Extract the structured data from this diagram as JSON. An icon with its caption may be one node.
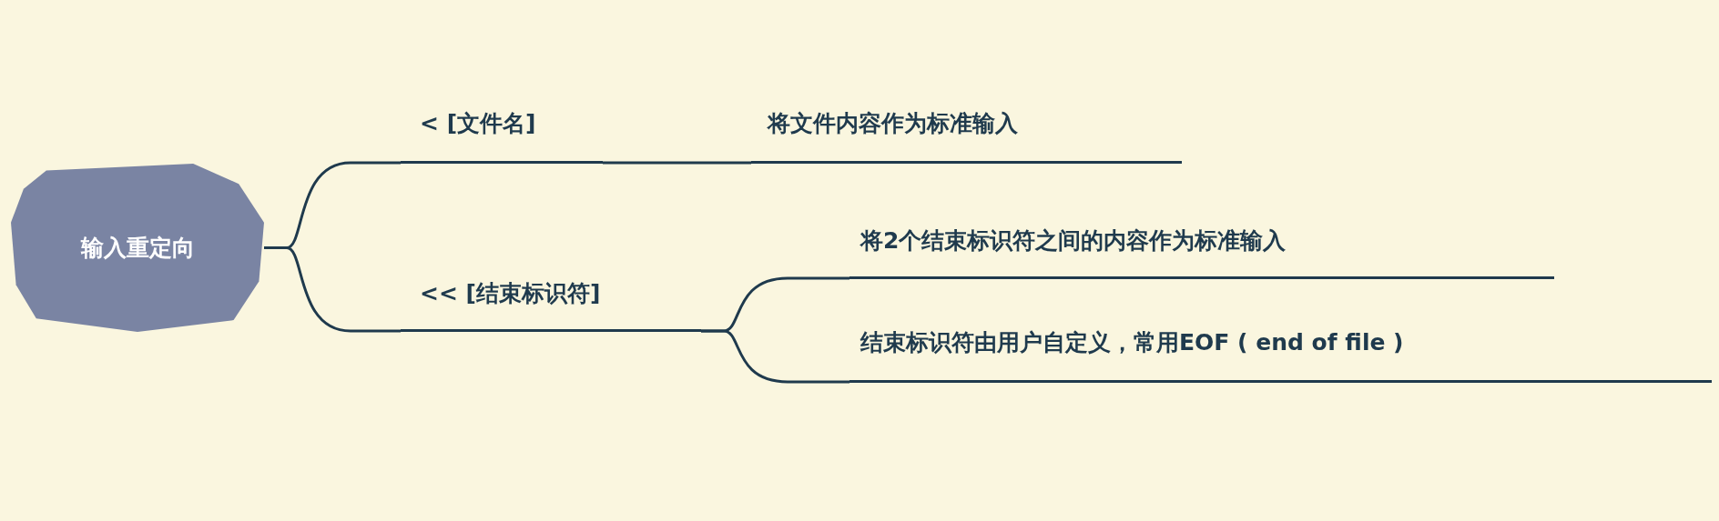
{
  "diagram": {
    "nodes": [
      {
        "text": [
          "输入重定向"
        ]
      },
      {
        "text": [
          "< [文件名]"
        ]
      },
      {
        "text": [
          "<< [结束标识符]"
        ]
      },
      {
        "text": [
          "将文件内容作为标准输入"
        ]
      },
      {
        "text": [
          "将2个结束标识符之间的内容作为标准输入"
        ]
      },
      {
        "text": [
          "结束标识符由用户自定义，常用EOF ( end of file )"
        ]
      }
    ],
    "edges": [
      {
        "from": 0,
        "to": 1,
        "arrow": "none"
      },
      {
        "from": 0,
        "to": 2,
        "arrow": "none"
      },
      {
        "from": 1,
        "to": 3,
        "arrow": "none"
      },
      {
        "from": 2,
        "to": 4,
        "arrow": "none"
      },
      {
        "from": 2,
        "to": 5,
        "arrow": "none"
      }
    ]
  }
}
